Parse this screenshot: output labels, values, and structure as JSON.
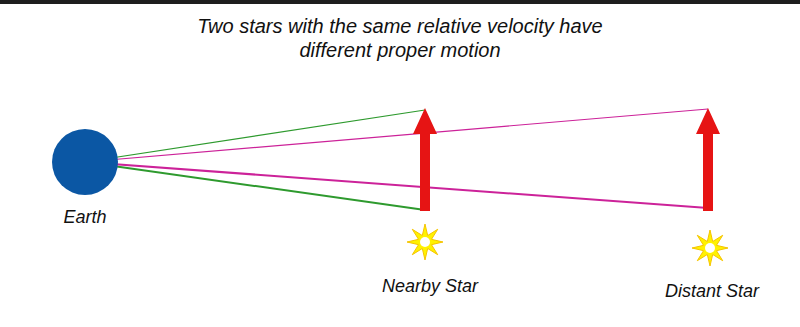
{
  "diagram": {
    "title": "Two stars with the same relative velocity have different proper motion",
    "labels": [
      "Earth",
      "Nearby Star",
      "Distant Star"
    ]
  }
}
